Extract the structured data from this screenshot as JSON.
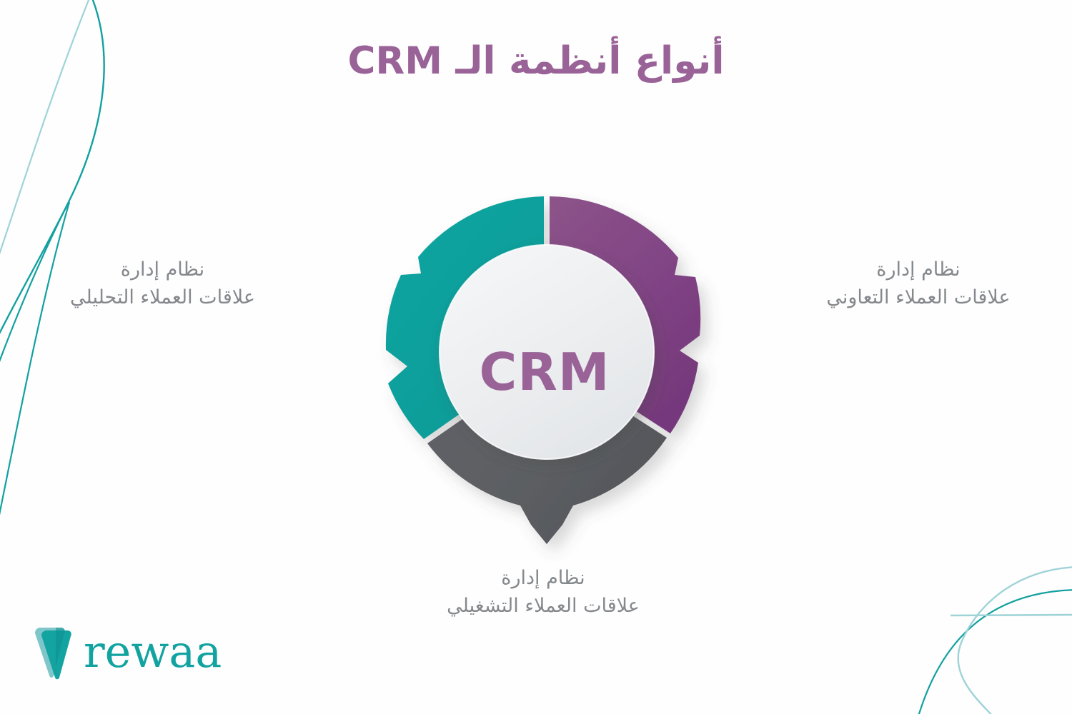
{
  "page": {
    "title": "أنواع أنظمة الـ CRM",
    "background_color": "#fefefe"
  },
  "colors": {
    "teal": "#0ba39f",
    "teal_dark": "#0a8f8c",
    "purple": "#824586",
    "purple_light": "#8b5489",
    "gray": "#5e6064",
    "gray_dark": "#4e5054",
    "title_purple": "#9a6398",
    "label_gray": "#85888c",
    "center_disc": "#eceef0",
    "brand_teal": "#12a3a0",
    "brand_teal_light": "#7ec6ca",
    "decor_line": "#13a0a0",
    "decor_line_light": "#9ed3d7"
  },
  "diagram": {
    "center_label": "CRM",
    "segments": [
      {
        "id": "collaborative",
        "name": "نظام إدارة\nعلاقات العملاء التعاوني",
        "color_key": "purple",
        "position": "right",
        "arrow_direction": "right"
      },
      {
        "id": "analytical",
        "name": "نظام إدارة\nعلاقات العملاء التحليلي",
        "color_key": "teal",
        "position": "left",
        "arrow_direction": "left"
      },
      {
        "id": "operational",
        "name": "نظام إدارة\nعلاقات العملاء التشغيلي",
        "color_key": "gray",
        "position": "bottom",
        "arrow_direction": "down"
      }
    ]
  },
  "logo": {
    "wordmark": "rewaa",
    "mark_name": "rewaa-droplet-mark"
  }
}
